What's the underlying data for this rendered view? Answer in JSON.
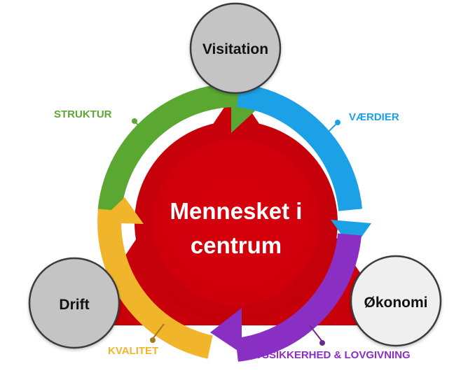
{
  "center": {
    "line1": "Mennesket i",
    "line2": "centrum"
  },
  "nodes": {
    "top": "Visitation",
    "left": "Drift",
    "right": "Økonomi"
  },
  "labels": {
    "struktur": "STRUKTUR",
    "vaerdier": "VÆRDIER",
    "kvalitet": "KVALITET",
    "retssikkerhed": "RETSSIKKERHED & LOVGIVNING"
  },
  "colors": {
    "triangle": "#c8000a",
    "center_disc": "#d4000c",
    "node_fill": "#c4c4c4",
    "node_fill_light": "#efefef",
    "node_stroke": "#3b3b3b",
    "struktur": "#5aa832",
    "vaerdier": "#1da1e6",
    "retssikkerhed": "#8a2fc4",
    "kvalitet": "#f0b52a"
  }
}
